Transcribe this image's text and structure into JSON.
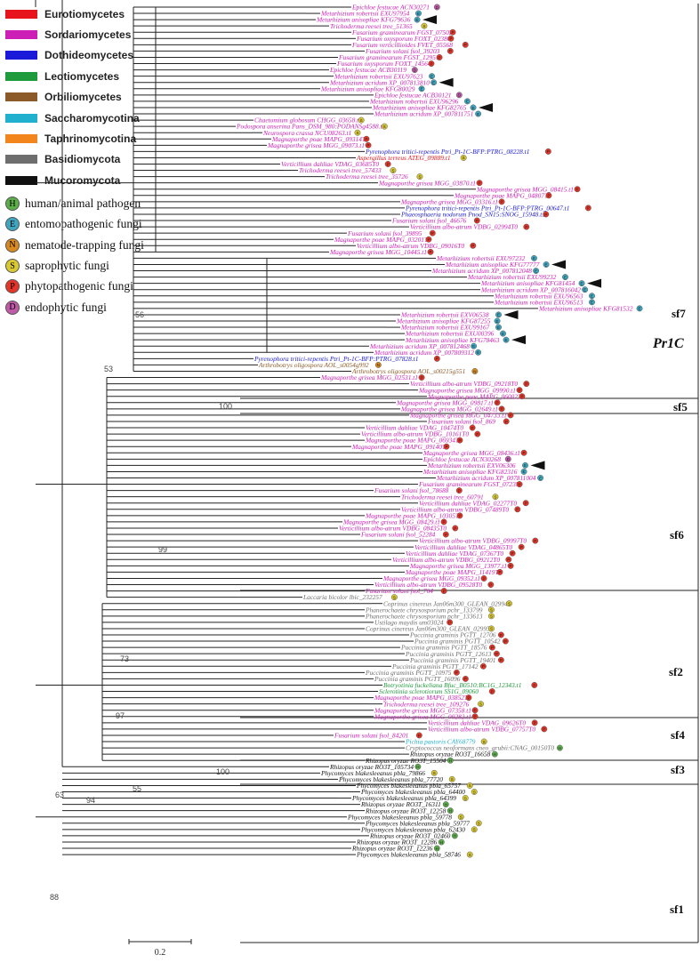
{
  "legend": {
    "classes": [
      {
        "label": "Eurotiomycetes",
        "color": "#e8141c"
      },
      {
        "label": "Sordariomycetes",
        "color": "#cc1fb5"
      },
      {
        "label": "Dothideomycetes",
        "color": "#1a1ad8"
      },
      {
        "label": "Leotiomycetes",
        "color": "#1f9a3c"
      },
      {
        "label": "Orbiliomycetes",
        "color": "#8c5a28"
      },
      {
        "label": "Saccharomycotina",
        "color": "#22b0cf"
      },
      {
        "label": "Taphrinomycotina",
        "color": "#f2861c"
      },
      {
        "label": "Basidiomycota",
        "color": "#6e6e6e"
      },
      {
        "label": "Mucoromycota",
        "color": "#111111"
      }
    ],
    "lifestyles": [
      {
        "letter": "H",
        "label": "human/animal pathogen",
        "color": "#5cae4a"
      },
      {
        "letter": "E",
        "label": "entomopathogenic fungi",
        "color": "#3fa6c0"
      },
      {
        "letter": "N",
        "label": "nematode-trapping fungi",
        "color": "#d98a1e"
      },
      {
        "letter": "S",
        "label": "saprophytic fungi",
        "color": "#d8c832"
      },
      {
        "letter": "P",
        "label": "phytopathogenic fungi",
        "color": "#e53528"
      },
      {
        "letter": "D",
        "label": "endophytic fungi",
        "color": "#c05aa8"
      }
    ]
  },
  "scale_bar": "0.2",
  "subfamilies": [
    "sf7",
    "Pr1C",
    "sf5",
    "sf6",
    "sf2",
    "sf4",
    "sf3",
    "sf1"
  ],
  "bootstrap": [
    "56",
    "53",
    "100",
    "99",
    "73",
    "97",
    "55",
    "63",
    "100",
    "94",
    "88"
  ],
  "leaves": [
    {
      "t": "Epichloe festucae ACN30271",
      "c": "S",
      "l": "D"
    },
    {
      "t": "Metarhizium robertsii EXU97954",
      "c": "S",
      "l": "E"
    },
    {
      "t": "Metarhizium anisopliae KFG79636",
      "c": "S",
      "l": "E",
      "a": 1
    },
    {
      "t": "Trichoderma reesei tree_51365",
      "c": "S",
      "l": "S"
    },
    {
      "t": "Fusarium graminearum FGST_07502",
      "c": "S",
      "l": "P"
    },
    {
      "t": "Fusarium oxysporum FOXT_02380",
      "c": "S",
      "l": "P"
    },
    {
      "t": "Fusarium verticillioides FVET_05568",
      "c": "S",
      "l": "P"
    },
    {
      "t": "Fusarium solani fsol_39203",
      "c": "S",
      "l": "P"
    },
    {
      "t": "Fusarium graminearum FGST_12951",
      "c": "S",
      "l": "P"
    },
    {
      "t": "Fusarium oxysporum FOXT_14564",
      "c": "S",
      "l": "P"
    },
    {
      "t": "Epichloe festucae ACB30119",
      "c": "S",
      "l": "D"
    },
    {
      "t": "Metarhizium robertsii EXU97623",
      "c": "S",
      "l": "E"
    },
    {
      "t": "Metarhizium acridum XP_007813810",
      "c": "S",
      "l": "E",
      "a": 1
    },
    {
      "t": "Metarhizium anisopliae KFG80029",
      "c": "S",
      "l": "E"
    },
    {
      "t": "Epichloe festucae ACB30121",
      "c": "S",
      "l": "D"
    },
    {
      "t": "Metarhizium robertsii EXU96296",
      "c": "S",
      "l": "E"
    },
    {
      "t": "Metarhizium anisopliae KFG82765",
      "c": "S",
      "l": "E",
      "a": 1
    },
    {
      "t": "Metarhizium acridum XP_007811751",
      "c": "S",
      "l": "E"
    },
    {
      "t": "Chaetomium globosum CHGG_03658.t1",
      "c": "S",
      "l": "S"
    },
    {
      "t": "Podospora anserina Pans_DSM_980:PODANSg4588.t1",
      "c": "S",
      "l": "S"
    },
    {
      "t": "Neurospora crassa NCU08263.t1",
      "c": "S",
      "l": "S"
    },
    {
      "t": "Magnaporthe poae MAPG_09314T0",
      "c": "S",
      "l": "P"
    },
    {
      "t": "Magnaporthe grisea MGG_09073.t1",
      "c": "S",
      "l": "P"
    },
    {
      "t": "Pyrenophora tritici-repentis Ptri_Pt-1C-BFP:PTRG_08228.t1",
      "c": "D",
      "l": "P"
    },
    {
      "t": "Aspergillus terreus ATEG_09889.t1",
      "c": "E",
      "l": "S"
    },
    {
      "t": "Verticillium dahliae VDAG_03685T0",
      "c": "S",
      "l": "P"
    },
    {
      "t": "Trichoderma reesei tree_57433",
      "c": "S",
      "l": "S"
    },
    {
      "t": "Trichoderma reesei tree_35726",
      "c": "S",
      "l": "S"
    },
    {
      "t": "Magnaporthe grisea MGG_03870.t1",
      "c": "S",
      "l": "P"
    },
    {
      "t": "Magnaporthe grisea MGG_08415.t1",
      "c": "S",
      "l": "P"
    },
    {
      "t": "Magnaporthe poae MAPG_04807T0",
      "c": "S",
      "l": "P"
    },
    {
      "t": "Magnaporthe grisea MGG_03316.t1",
      "c": "S",
      "l": "P"
    },
    {
      "t": "Pyrenophora tritici-repentis Ptri_Pt-1C-BFP:PTRG_00647.t1",
      "c": "D",
      "l": "P"
    },
    {
      "t": "Phaeosphaeria nodorum Pnod_SN15:SNOG_15948.t1",
      "c": "D",
      "l": "P"
    },
    {
      "t": "Fusarium solani fsol_46676",
      "c": "S",
      "l": "P"
    },
    {
      "t": "Verticillium albo-atrum VDBG_02994T0",
      "c": "S",
      "l": "P"
    },
    {
      "t": "Fusarium solani fsol_39895",
      "c": "S",
      "l": "P"
    },
    {
      "t": "Magnaporthe poae MAPG_03201T0",
      "c": "S",
      "l": "P"
    },
    {
      "t": "Verticillium albo-atrum VDBG_09016T0",
      "c": "S",
      "l": "P"
    },
    {
      "t": "Magnaporthe grisea MGG_10445.t1",
      "c": "S",
      "l": "P"
    },
    {
      "t": "Metarhizium robertsii EXU97232",
      "c": "S",
      "l": "E"
    },
    {
      "t": "Metarhizium anisopliae KFG77777",
      "c": "S",
      "l": "E",
      "a": 1
    },
    {
      "t": "Metarhizium acridum XP_007812048",
      "c": "S",
      "l": "E"
    },
    {
      "t": "Metarhizium robertsii EXU99232",
      "c": "S",
      "l": "E"
    },
    {
      "t": "Metarhizium anisopliae KFG81454",
      "c": "S",
      "l": "E",
      "a": 1
    },
    {
      "t": "Metarhizium acridum XP_007816042",
      "c": "S",
      "l": "E"
    },
    {
      "t": "Metarhizium robertsii EXU96563",
      "c": "S",
      "l": "E"
    },
    {
      "t": "Metarhizium robertsii EXU96513",
      "c": "S",
      "l": "E"
    },
    {
      "t": "Metarhizium anisopliae KFG81532",
      "c": "S",
      "l": "E"
    },
    {
      "t": "Metarhizium robertsii EXV06538",
      "c": "S",
      "l": "E",
      "a": 1
    },
    {
      "t": "Metarhizium anisopliae KFG87255",
      "c": "S",
      "l": "E"
    },
    {
      "t": "Metarhizium robertsii EXU99167",
      "c": "S",
      "l": "E"
    },
    {
      "t": "Metarhizium robertsii EXU00396",
      "c": "S",
      "l": "E"
    },
    {
      "t": "Metarhizium anisopliae KFG78463",
      "c": "S",
      "l": "E",
      "a": 1
    },
    {
      "t": "Metarhizium acridum XP_007812468",
      "c": "S",
      "l": "E"
    },
    {
      "t": "Metarhizium acridum XP_007809312",
      "c": "S",
      "l": "E"
    },
    {
      "t": "Pyrenophora tritici-repentis Ptri_Pt-1C-BFP:PTRG_07828.t1",
      "c": "D",
      "l": "P"
    },
    {
      "t": "Arthrobotrys oligospora AOL_s0054g992",
      "c": "O",
      "l": "N"
    },
    {
      "t": "Arthrobotrys oligospora AOL_s00215g551",
      "c": "O",
      "l": "N"
    },
    {
      "t": "Magnaporthe grisea MGG_02531.t1",
      "c": "S",
      "l": "P"
    },
    {
      "t": "Verticillium albo-atrum VDBG_09218T0",
      "c": "S",
      "l": "P"
    },
    {
      "t": "Magnaporthe grisea MGG_09990.t1",
      "c": "S",
      "l": "P"
    },
    {
      "t": "Magnaporthe poae MAPG_06002T0",
      "c": "S",
      "l": "P"
    },
    {
      "t": "Magnaporthe grisea MGG_09817.t1",
      "c": "S",
      "l": "P"
    },
    {
      "t": "Magnaporthe grisea MGG_02649.t1",
      "c": "S",
      "l": "P"
    },
    {
      "t": "Magnaporthe grisea MGG_04733.t1",
      "c": "S",
      "l": "P"
    },
    {
      "t": "Fusarium solani fsol_869",
      "c": "S",
      "l": "P"
    },
    {
      "t": "Verticillium dahliae VDAG_10474T0",
      "c": "S",
      "l": "P"
    },
    {
      "t": "Verticillium albo-atrum VDBG_10161T0",
      "c": "S",
      "l": "P"
    },
    {
      "t": "Magnaporthe poae MAPG_06934T0",
      "c": "S",
      "l": "P"
    },
    {
      "t": "Magnaporthe poae MAPG_09140T0",
      "c": "S",
      "l": "P"
    },
    {
      "t": "Magnaporthe grisea MGG_08436.t1",
      "c": "S",
      "l": "P"
    },
    {
      "t": "Epichloe festucae ACN30268",
      "c": "S",
      "l": "D"
    },
    {
      "t": "Metarhizium robertsii EXV06306",
      "c": "S",
      "l": "E",
      "a": 1
    },
    {
      "t": "Metarhizium anisopliae KFG82316",
      "c": "S",
      "l": "E"
    },
    {
      "t": "Metarhizium acridum XP_007811004",
      "c": "S",
      "l": "E"
    },
    {
      "t": "Fusarium graminearum FGST_07235",
      "c": "S",
      "l": "P"
    },
    {
      "t": "Fusarium solani fsol_78688",
      "c": "S",
      "l": "P"
    },
    {
      "t": "Trichoderma reesei tree_60791",
      "c": "S",
      "l": "S"
    },
    {
      "t": "Verticillium dahliae VDAG_02277T0",
      "c": "S",
      "l": "P"
    },
    {
      "t": "Verticillium albo-atrum VDBG_07489T0",
      "c": "S",
      "l": "P"
    },
    {
      "t": "Magnaporthe poae MAPG_10305T0",
      "c": "S",
      "l": "P"
    },
    {
      "t": "Magnaporthe grisea MGG_08429.t1",
      "c": "S",
      "l": "P"
    },
    {
      "t": "Verticillium albo-atrum VDBG_08435T0",
      "c": "S",
      "l": "P"
    },
    {
      "t": "Fusarium solani fsol_52284",
      "c": "S",
      "l": "P"
    },
    {
      "t": "Verticillium albo-atrum VDBG_09997T0",
      "c": "S",
      "l": "P"
    },
    {
      "t": "Verticillium dahliae VDAG_04865T0",
      "c": "S",
      "l": "P"
    },
    {
      "t": "Verticillium dahliae VDAG_07367T0",
      "c": "S",
      "l": "P"
    },
    {
      "t": "Verticillium albo-atrum VDBG_09212T0",
      "c": "S",
      "l": "P"
    },
    {
      "t": "Magnaporthe grisea MGG_13977.t1",
      "c": "S",
      "l": "P"
    },
    {
      "t": "Magnaporthe poae MAPG_11419T0",
      "c": "S",
      "l": "P"
    },
    {
      "t": "Magnaporthe grisea MGG_09352.t1",
      "c": "S",
      "l": "P"
    },
    {
      "t": "Verticillium albo-atrum VDBG_09528T0",
      "c": "S",
      "l": "P"
    },
    {
      "t": "Fusarium solani fsol_764",
      "c": "S",
      "l": "P"
    },
    {
      "t": "Laccaria bicolor lbic_232257",
      "c": "B",
      "l": "S"
    },
    {
      "t": "Coprinus cinereus Jan06m300_GLEAN_02994",
      "c": "B",
      "l": "S"
    },
    {
      "t": "Phanerochaete chrysosporium pchr_133799",
      "c": "B",
      "l": "S"
    },
    {
      "t": "Phanerochaete chrysosporium pchr_133613",
      "c": "B",
      "l": "S"
    },
    {
      "t": "Ustilago maydis um03024",
      "c": "B",
      "l": "P"
    },
    {
      "t": "Coprinus cinereus Jan06m300_GLEAN_02995",
      "c": "B",
      "l": "S"
    },
    {
      "t": "Puccinia graminis PGTT_12706",
      "c": "B",
      "l": "P"
    },
    {
      "t": "Puccinia graminis PGTT_10542",
      "c": "B",
      "l": "P"
    },
    {
      "t": "Puccinia graminis PGTT_18576",
      "c": "B",
      "l": "P"
    },
    {
      "t": "Puccinia graminis PGTT_12613",
      "c": "B",
      "l": "P"
    },
    {
      "t": "Puccinia graminis PGTT_19401",
      "c": "B",
      "l": "P"
    },
    {
      "t": "Puccinia graminis PGTT_17142",
      "c": "B",
      "l": "P"
    },
    {
      "t": "Puccinia graminis PGTT_10975",
      "c": "B",
      "l": "P"
    },
    {
      "t": "Puccinia graminis PGTT_16096",
      "c": "B",
      "l": "P"
    },
    {
      "t": "Botryotinia fuckeliana Bfuc_B0510:BC1G_12343.t1",
      "c": "L",
      "l": "P"
    },
    {
      "t": "Sclerotinia sclerotiorum SS1G_09060",
      "c": "L",
      "l": "P"
    },
    {
      "t": "Magnaporthe poae MAPG_03852T0",
      "c": "S",
      "l": "P"
    },
    {
      "t": "Trichoderma reesei tree_109276",
      "c": "S",
      "l": "S"
    },
    {
      "t": "Magnaporthe grisea MGG_07358.t1",
      "c": "S",
      "l": "P"
    },
    {
      "t": "Magnaporthe grisea MGG_00282.t1",
      "c": "S",
      "l": "P"
    },
    {
      "t": "Verticillium dahliae VDAG_09626T0",
      "c": "S",
      "l": "P"
    },
    {
      "t": "Verticillium albo-atrum VDBG_07757T0",
      "c": "S",
      "l": "P"
    },
    {
      "t": "Fusarium solani fsol_84201",
      "c": "S",
      "l": "P"
    },
    {
      "t": "Pichia pastoris CAY68779",
      "c": "Y",
      "l": "S"
    },
    {
      "t": "Cryptococcus neoformans cneo_grubii:CNAG_00150T0",
      "c": "B",
      "l": "H"
    },
    {
      "t": "Rhizopus oryzae RO3T_16658",
      "c": "M",
      "l": "H"
    },
    {
      "t": "Rhizopus oryzae RO3T_15504",
      "c": "M",
      "l": "H"
    },
    {
      "t": "Rhizopus oryzae RO3T_105734",
      "c": "M",
      "l": "H"
    },
    {
      "t": "Phycomyces blakesleeanus pbla_79866",
      "c": "M",
      "l": "S"
    },
    {
      "t": "Phycomyces blakesleeanus pbla_77720",
      "c": "M",
      "l": "S"
    },
    {
      "t": "Phycomyces blakesleeanus pbla_65757",
      "c": "M",
      "l": "S"
    },
    {
      "t": "Phycomyces blakesleeanus pbla_64400",
      "c": "M",
      "l": "S"
    },
    {
      "t": "Phycomyces blakesleeanus pbla_64399",
      "c": "M",
      "l": "S"
    },
    {
      "t": "Rhizopus oryzae RO3T_16311",
      "c": "M",
      "l": "H"
    },
    {
      "t": "Rhizopus oryzae RO3T_12258",
      "c": "M",
      "l": "H"
    },
    {
      "t": "Phycomyces blakesleeanus pbla_59778",
      "c": "M",
      "l": "S"
    },
    {
      "t": "Phycomyces blakesleeanus pbla_59777",
      "c": "M",
      "l": "S"
    },
    {
      "t": "Phycomyces blakesleeanus pbla_62430",
      "c": "M",
      "l": "S"
    },
    {
      "t": "Rhizopus oryzae RO3T_02460",
      "c": "M",
      "l": "H"
    },
    {
      "t": "Rhizopus oryzae RO3T_12286",
      "c": "M",
      "l": "H"
    },
    {
      "t": "Rhizopus oryzae RO3T_12236",
      "c": "M",
      "l": "H"
    },
    {
      "t": "Phycomyces blakesleeanus pbla_58746",
      "c": "M",
      "l": "S"
    }
  ]
}
